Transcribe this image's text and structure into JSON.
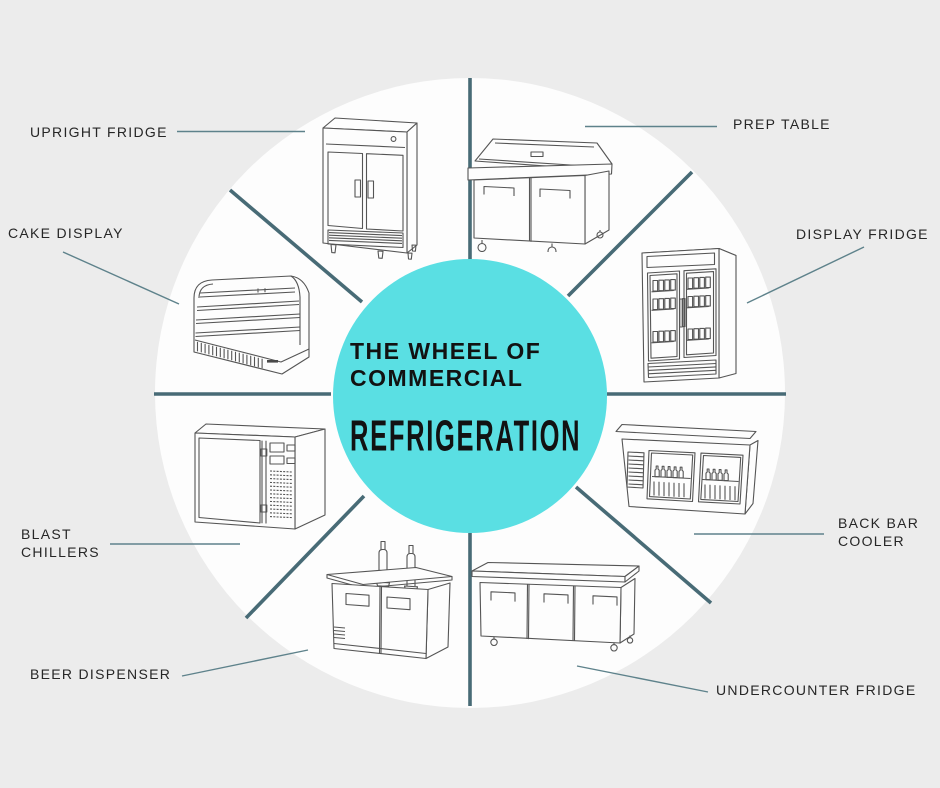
{
  "center": {
    "line1": "THE WHEEL OF",
    "line2": "COMMERCIAL",
    "line3": "REFRIGERATION"
  },
  "items": [
    {
      "id": "upright-fridge",
      "label": "UPRIGHT FRIDGE",
      "icon": "upright-fridge-illustration"
    },
    {
      "id": "prep-table",
      "label": "PREP TABLE",
      "icon": "prep-table-illustration"
    },
    {
      "id": "cake-display",
      "label": "CAKE DISPLAY",
      "icon": "cake-display-illustration"
    },
    {
      "id": "display-fridge",
      "label": "DISPLAY FRIDGE",
      "icon": "display-fridge-illustration"
    },
    {
      "id": "blast-chillers",
      "label": "BLAST CHILLERS",
      "icon": "blast-chiller-illustration"
    },
    {
      "id": "back-bar-cooler",
      "label": "BACK BAR COOLER",
      "icon": "back-bar-cooler-illustration"
    },
    {
      "id": "beer-dispenser",
      "label": "BEER DISPENSER",
      "icon": "beer-dispenser-illustration"
    },
    {
      "id": "undercounter-fridge",
      "label": "UNDERCOUNTER FRIDGE",
      "icon": "undercounter-fridge-illustration"
    }
  ],
  "colors": {
    "background": "#ececec",
    "wheel": "#fdfdfd",
    "hub": "#5adfe3",
    "divider": "#486b76",
    "leader": "#5e828b",
    "label_text": "#262626",
    "line_art": "#555555"
  }
}
